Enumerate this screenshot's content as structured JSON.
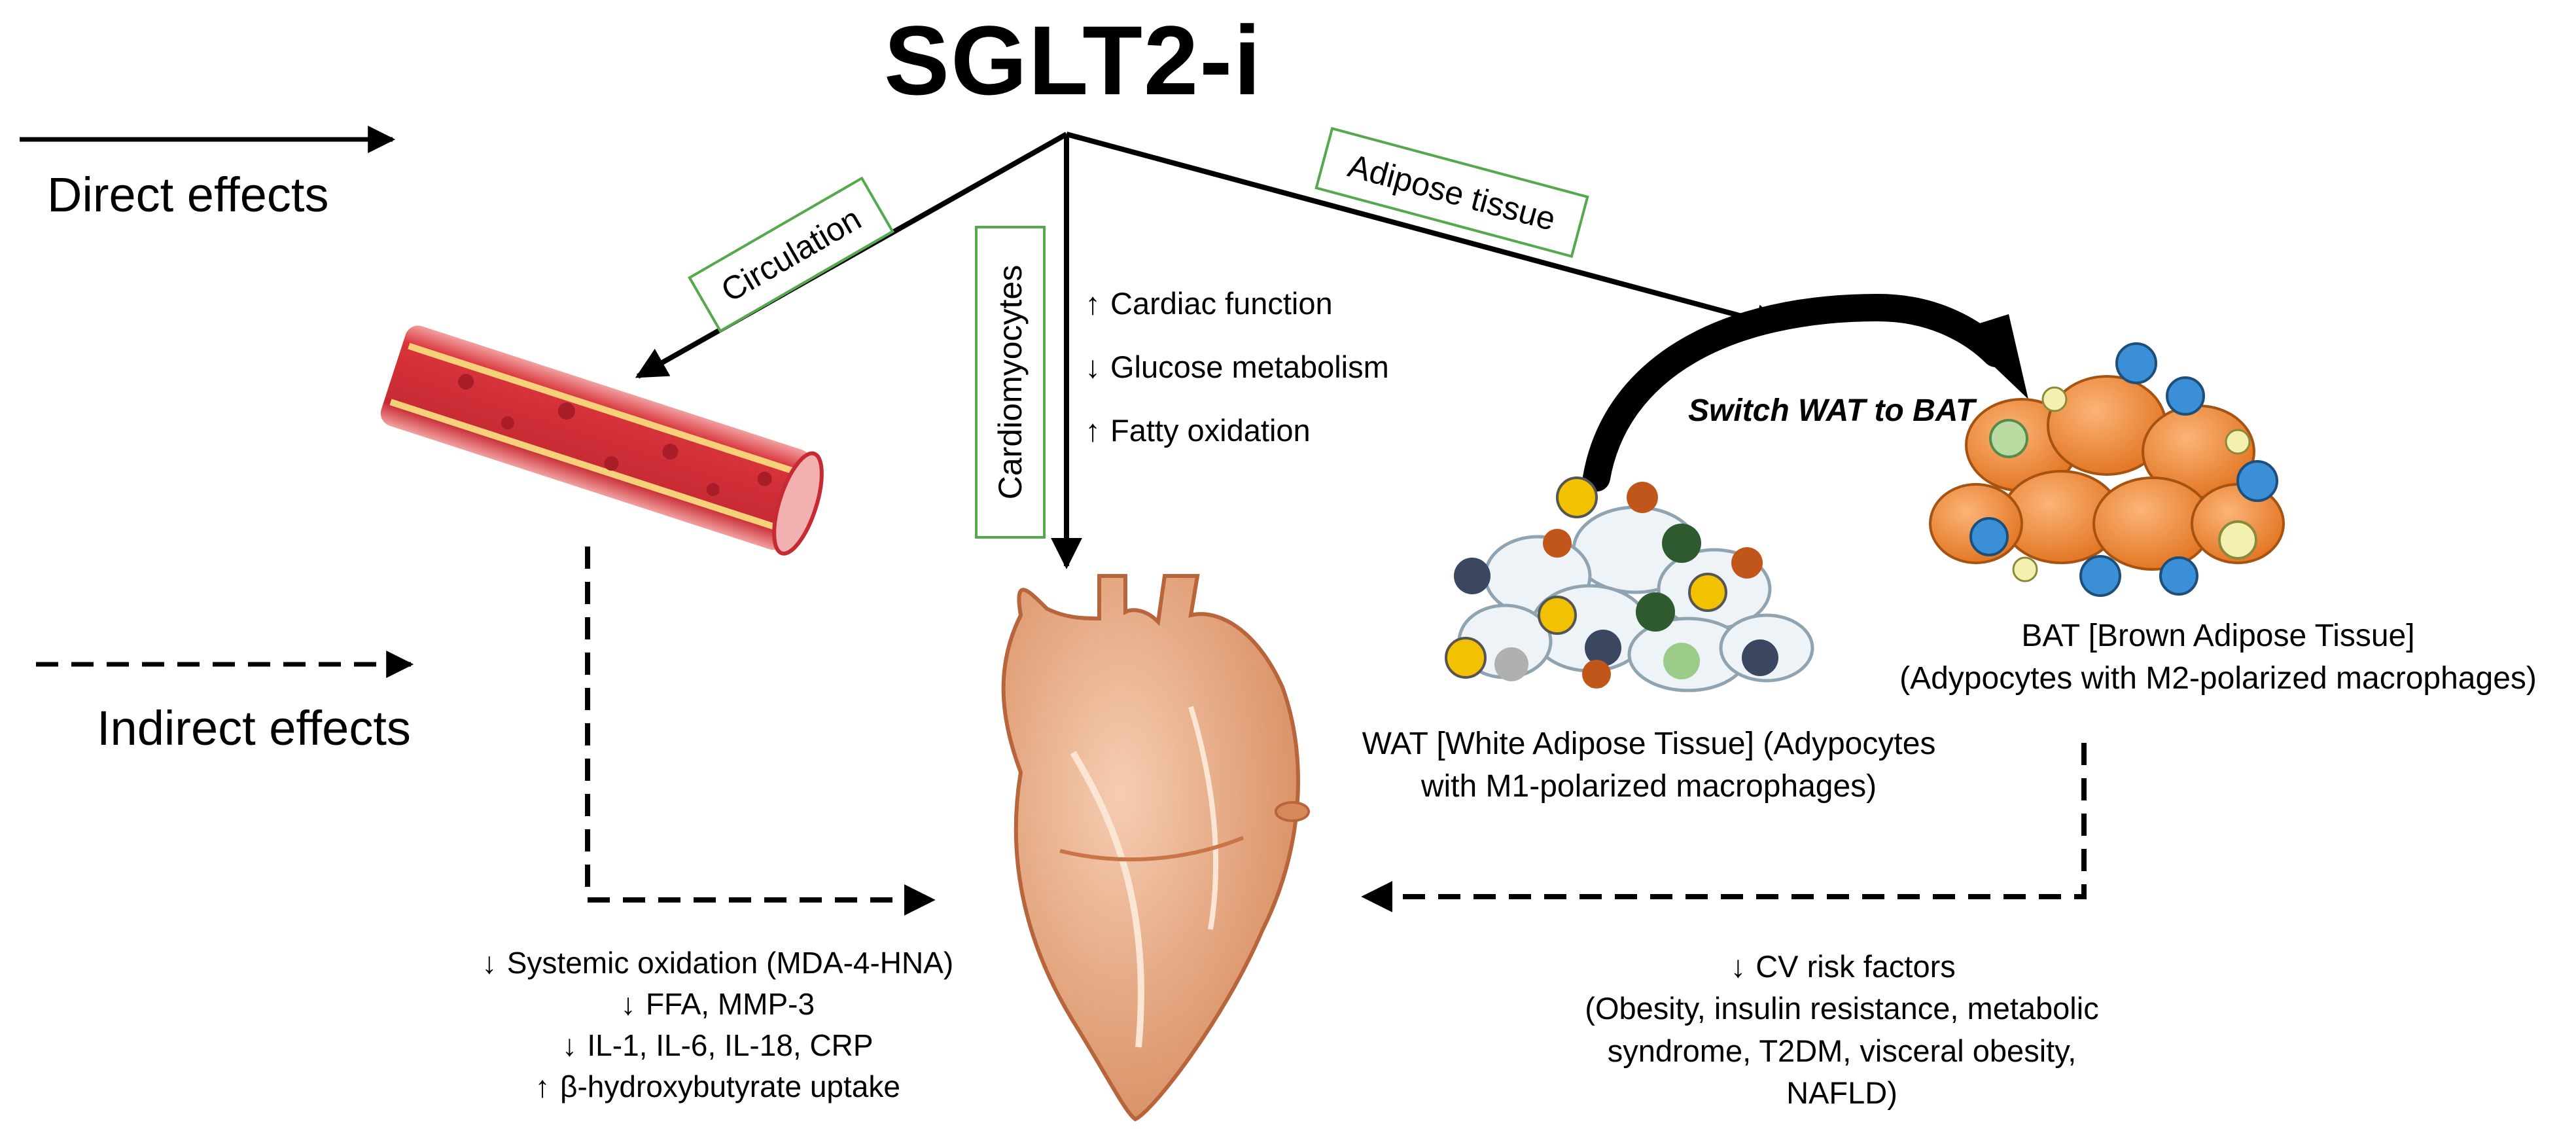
{
  "title": "SGLT2-i",
  "legend": {
    "direct": "Direct effects",
    "indirect": "Indirect effects"
  },
  "boxes": {
    "circulation": "Circulation",
    "cardiomyocytes": "Cardiomyocytes",
    "adipose": "Adipose tissue"
  },
  "cardiac_effects": [
    {
      "arrow": "up",
      "text": "Cardiac function"
    },
    {
      "arrow": "down",
      "text": "Glucose metabolism"
    },
    {
      "arrow": "up",
      "text": "Fatty oxidation"
    }
  ],
  "switch_label": "Switch WAT to BAT",
  "wat_caption": [
    "WAT [White Adipose Tissue] (Adypocytes",
    "with M1-polarized macrophages)"
  ],
  "bat_caption": [
    "BAT [Brown Adipose Tissue]",
    "(Adypocytes with M2-polarized macrophages)"
  ],
  "circulation_effects": [
    {
      "arrow": "down",
      "text": "Systemic oxidation (MDA-4-HNA)"
    },
    {
      "arrow": "down",
      "text": "FFA, MMP-3"
    },
    {
      "arrow": "down",
      "text": "IL-1, IL-6, IL-18, CRP"
    },
    {
      "arrow": "up",
      "text": "β-hydroxybutyrate uptake"
    }
  ],
  "cv_effects": {
    "arrow": "down",
    "heading": "CV risk factors",
    "lines": [
      "(Obesity, insulin resistance, metabolic",
      "syndrome, T2DM, visceral obesity,",
      "NAFLD)"
    ]
  },
  "colors": {
    "box_border": "#55a84b",
    "vessel_outer": "#d8333b",
    "vessel_inner": "#e94b4b",
    "heart": "#e7a47c",
    "bat_cell": "#f08a35",
    "wat_cell": "#eef3f7",
    "macrophage": "#c0561a"
  }
}
